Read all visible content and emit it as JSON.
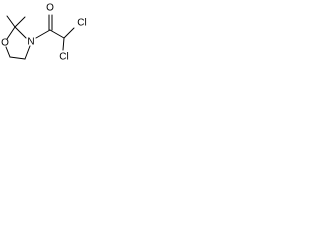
{
  "structure": {
    "atoms": {
      "nitrogen": "N",
      "oxygen_ring": "O",
      "oxygen_carbonyl": "O",
      "chlorine_top": "Cl",
      "chlorine_bottom": "Cl"
    },
    "colors": {
      "bond": "#000000",
      "label": "#000000",
      "background": "#ffffff"
    }
  }
}
